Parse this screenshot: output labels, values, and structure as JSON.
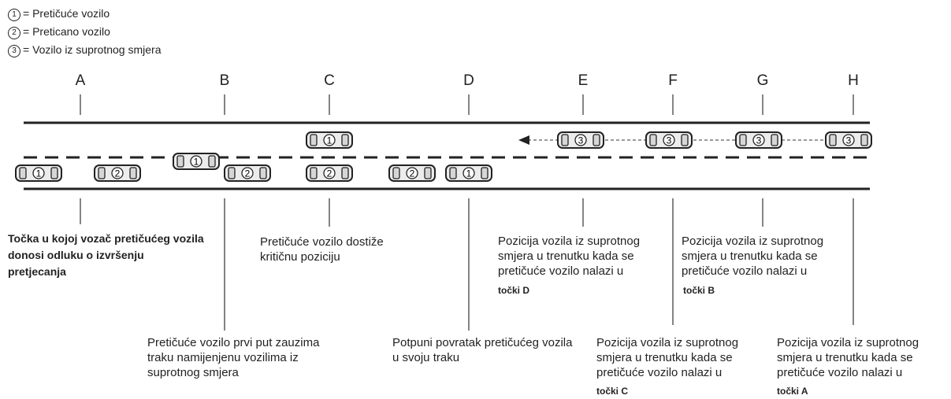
{
  "legend": [
    {
      "num": "1",
      "text": "= Pretičuće vozilo"
    },
    {
      "num": "2",
      "text": "= Preticano vozilo"
    },
    {
      "num": "3",
      "text": "= Vozilo iz suprotnog smjera"
    }
  ],
  "columns": [
    "A",
    "B",
    "C",
    "D",
    "E",
    "F",
    "G",
    "H"
  ],
  "notes": {
    "a": "Točka u kojoj vozač pretičućeg vozila donosi odluku o izvršenju pretjecanja",
    "b": "Pretičuće vozilo prvi put zauzima traku namijenjenu vozilima iz suprotnog smjera",
    "c": "Pretičuće vozilo dostiže kritičnu poziciju",
    "d": "Potpuni povratak pretičućeg vozila u svoju traku",
    "e": "Pozicija vozila iz suprotnog smjera u trenutku kada se pretičuće vozilo nalazi u",
    "e_ref": "točki D",
    "f": "Pozicija vozila iz suprotnog smjera u trenutku kada se pretičuće vozilo nalazi u",
    "f_ref": "točki C",
    "g": "Pozicija vozila iz suprotnog smjera u trenutku kada se pretičuće vozilo nalazi u",
    "g_ref": "točki B",
    "h": "Pozicija vozila iz suprotnog smjera u trenutku kada se pretičuće vozilo nalazi u",
    "h_ref": "točki A"
  },
  "vehicles": {
    "v1": "1",
    "v2": "2",
    "v3": "3"
  }
}
